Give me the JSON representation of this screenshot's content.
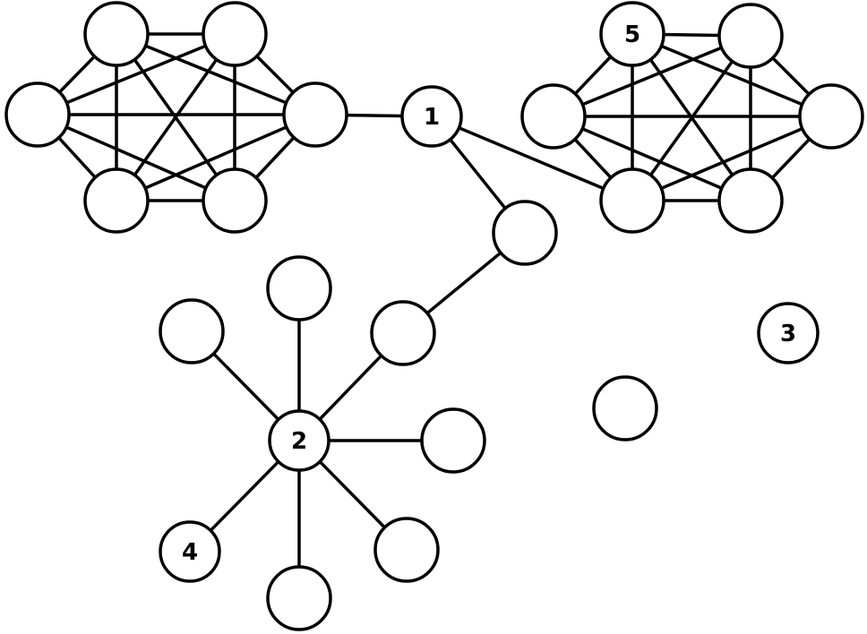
{
  "graph": {
    "colors": {
      "stroke": "#000000",
      "fill": "#ffffff"
    },
    "nodes": [
      {
        "id": "a1",
        "label": ""
      },
      {
        "id": "a2",
        "label": ""
      },
      {
        "id": "a3",
        "label": ""
      },
      {
        "id": "a4",
        "label": ""
      },
      {
        "id": "a5",
        "label": ""
      },
      {
        "id": "a6",
        "label": ""
      },
      {
        "id": "n1",
        "label": "1"
      },
      {
        "id": "b1",
        "label": ""
      },
      {
        "id": "b2",
        "label": "5"
      },
      {
        "id": "b3",
        "label": ""
      },
      {
        "id": "b4",
        "label": ""
      },
      {
        "id": "b5",
        "label": ""
      },
      {
        "id": "b6",
        "label": ""
      },
      {
        "id": "m1",
        "label": ""
      },
      {
        "id": "m2",
        "label": ""
      },
      {
        "id": "n2",
        "label": "2"
      },
      {
        "id": "s1",
        "label": ""
      },
      {
        "id": "s2",
        "label": ""
      },
      {
        "id": "s3",
        "label": ""
      },
      {
        "id": "s4",
        "label": ""
      },
      {
        "id": "s5",
        "label": "4"
      },
      {
        "id": "s6",
        "label": ""
      },
      {
        "id": "n3",
        "label": "3"
      },
      {
        "id": "iso",
        "label": ""
      }
    ],
    "edges": [
      [
        "a1",
        "a2"
      ],
      [
        "a1",
        "a3"
      ],
      [
        "a1",
        "a4"
      ],
      [
        "a1",
        "a5"
      ],
      [
        "a1",
        "a6"
      ],
      [
        "a2",
        "a3"
      ],
      [
        "a2",
        "a4"
      ],
      [
        "a2",
        "a5"
      ],
      [
        "a2",
        "a6"
      ],
      [
        "a3",
        "a4"
      ],
      [
        "a3",
        "a5"
      ],
      [
        "a3",
        "a6"
      ],
      [
        "a4",
        "a5"
      ],
      [
        "a4",
        "a6"
      ],
      [
        "a5",
        "a6"
      ],
      [
        "b1",
        "b2"
      ],
      [
        "b1",
        "b3"
      ],
      [
        "b1",
        "b4"
      ],
      [
        "b1",
        "b5"
      ],
      [
        "b1",
        "b6"
      ],
      [
        "b2",
        "b3"
      ],
      [
        "b2",
        "b4"
      ],
      [
        "b2",
        "b5"
      ],
      [
        "b2",
        "b6"
      ],
      [
        "b3",
        "b4"
      ],
      [
        "b3",
        "b5"
      ],
      [
        "b3",
        "b6"
      ],
      [
        "b4",
        "b5"
      ],
      [
        "b4",
        "b6"
      ],
      [
        "b5",
        "b6"
      ],
      [
        "a4",
        "n1"
      ],
      [
        "n1",
        "b6"
      ],
      [
        "n1",
        "m1"
      ],
      [
        "m1",
        "m2"
      ],
      [
        "m2",
        "n2"
      ],
      [
        "n2",
        "s1"
      ],
      [
        "n2",
        "s2"
      ],
      [
        "n2",
        "s3"
      ],
      [
        "n2",
        "s4"
      ],
      [
        "n2",
        "s5"
      ],
      [
        "n2",
        "s6"
      ]
    ]
  }
}
